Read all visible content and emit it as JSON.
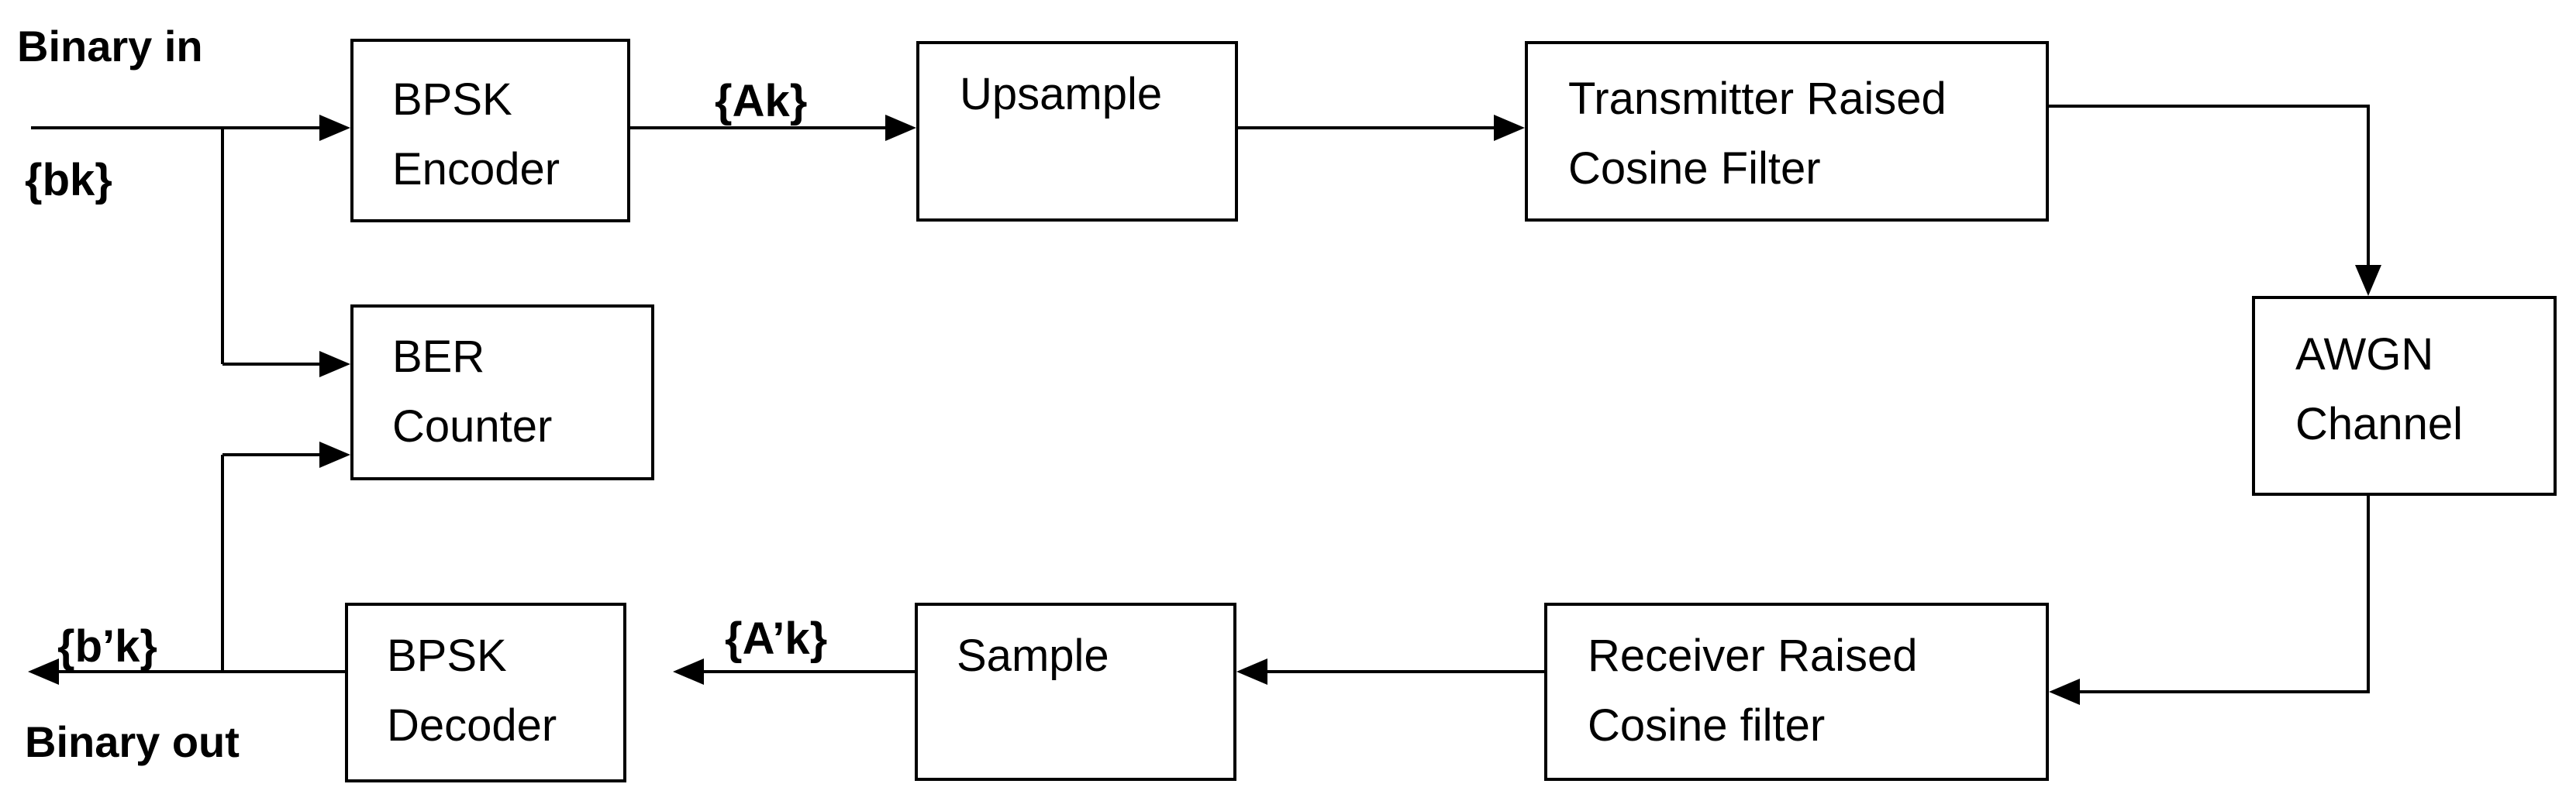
{
  "external": {
    "input_label": "Binary in",
    "output_label": "Binary out"
  },
  "signals": {
    "bk": "{bk}",
    "Ak": "{Ak}",
    "Apk": "{A’k}",
    "bpk": "{b’k}"
  },
  "blocks": {
    "bpsk_encoder": {
      "line1": "BPSK",
      "line2": "Encoder"
    },
    "upsample": {
      "line1": "Upsample"
    },
    "tx_filter": {
      "line1": "Transmitter Raised",
      "line2": "Cosine Filter"
    },
    "awgn": {
      "line1": "AWGN",
      "line2": "Channel"
    },
    "ber_counter": {
      "line1": "BER",
      "line2": "Counter"
    },
    "rx_filter": {
      "line1": "Receiver Raised",
      "line2": "Cosine filter"
    },
    "sample": {
      "line1": "Sample"
    },
    "bpsk_decoder": {
      "line1": "BPSK",
      "line2": "Decoder"
    }
  },
  "colors": {
    "line": "#000000",
    "background": "#ffffff"
  }
}
